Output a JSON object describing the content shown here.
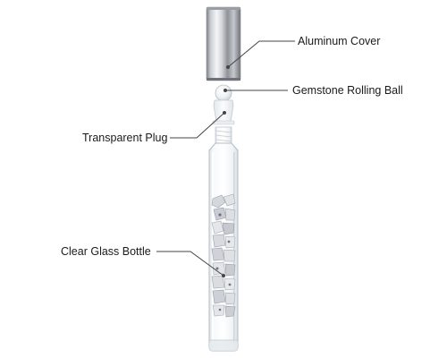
{
  "callouts": {
    "cover": "Aluminum Cover",
    "ball": "Gemstone Rolling Ball",
    "plug": "Transparent Plug",
    "bottle": "Clear Glass Bottle"
  },
  "colors": {
    "background": "#ffffff",
    "leader_line": "#444444",
    "label_text": "#1a1a1a",
    "cap_metal": "#b9bcc2",
    "glass": "#f2f5f7",
    "gemstone_chips": "#cfd2d8"
  }
}
